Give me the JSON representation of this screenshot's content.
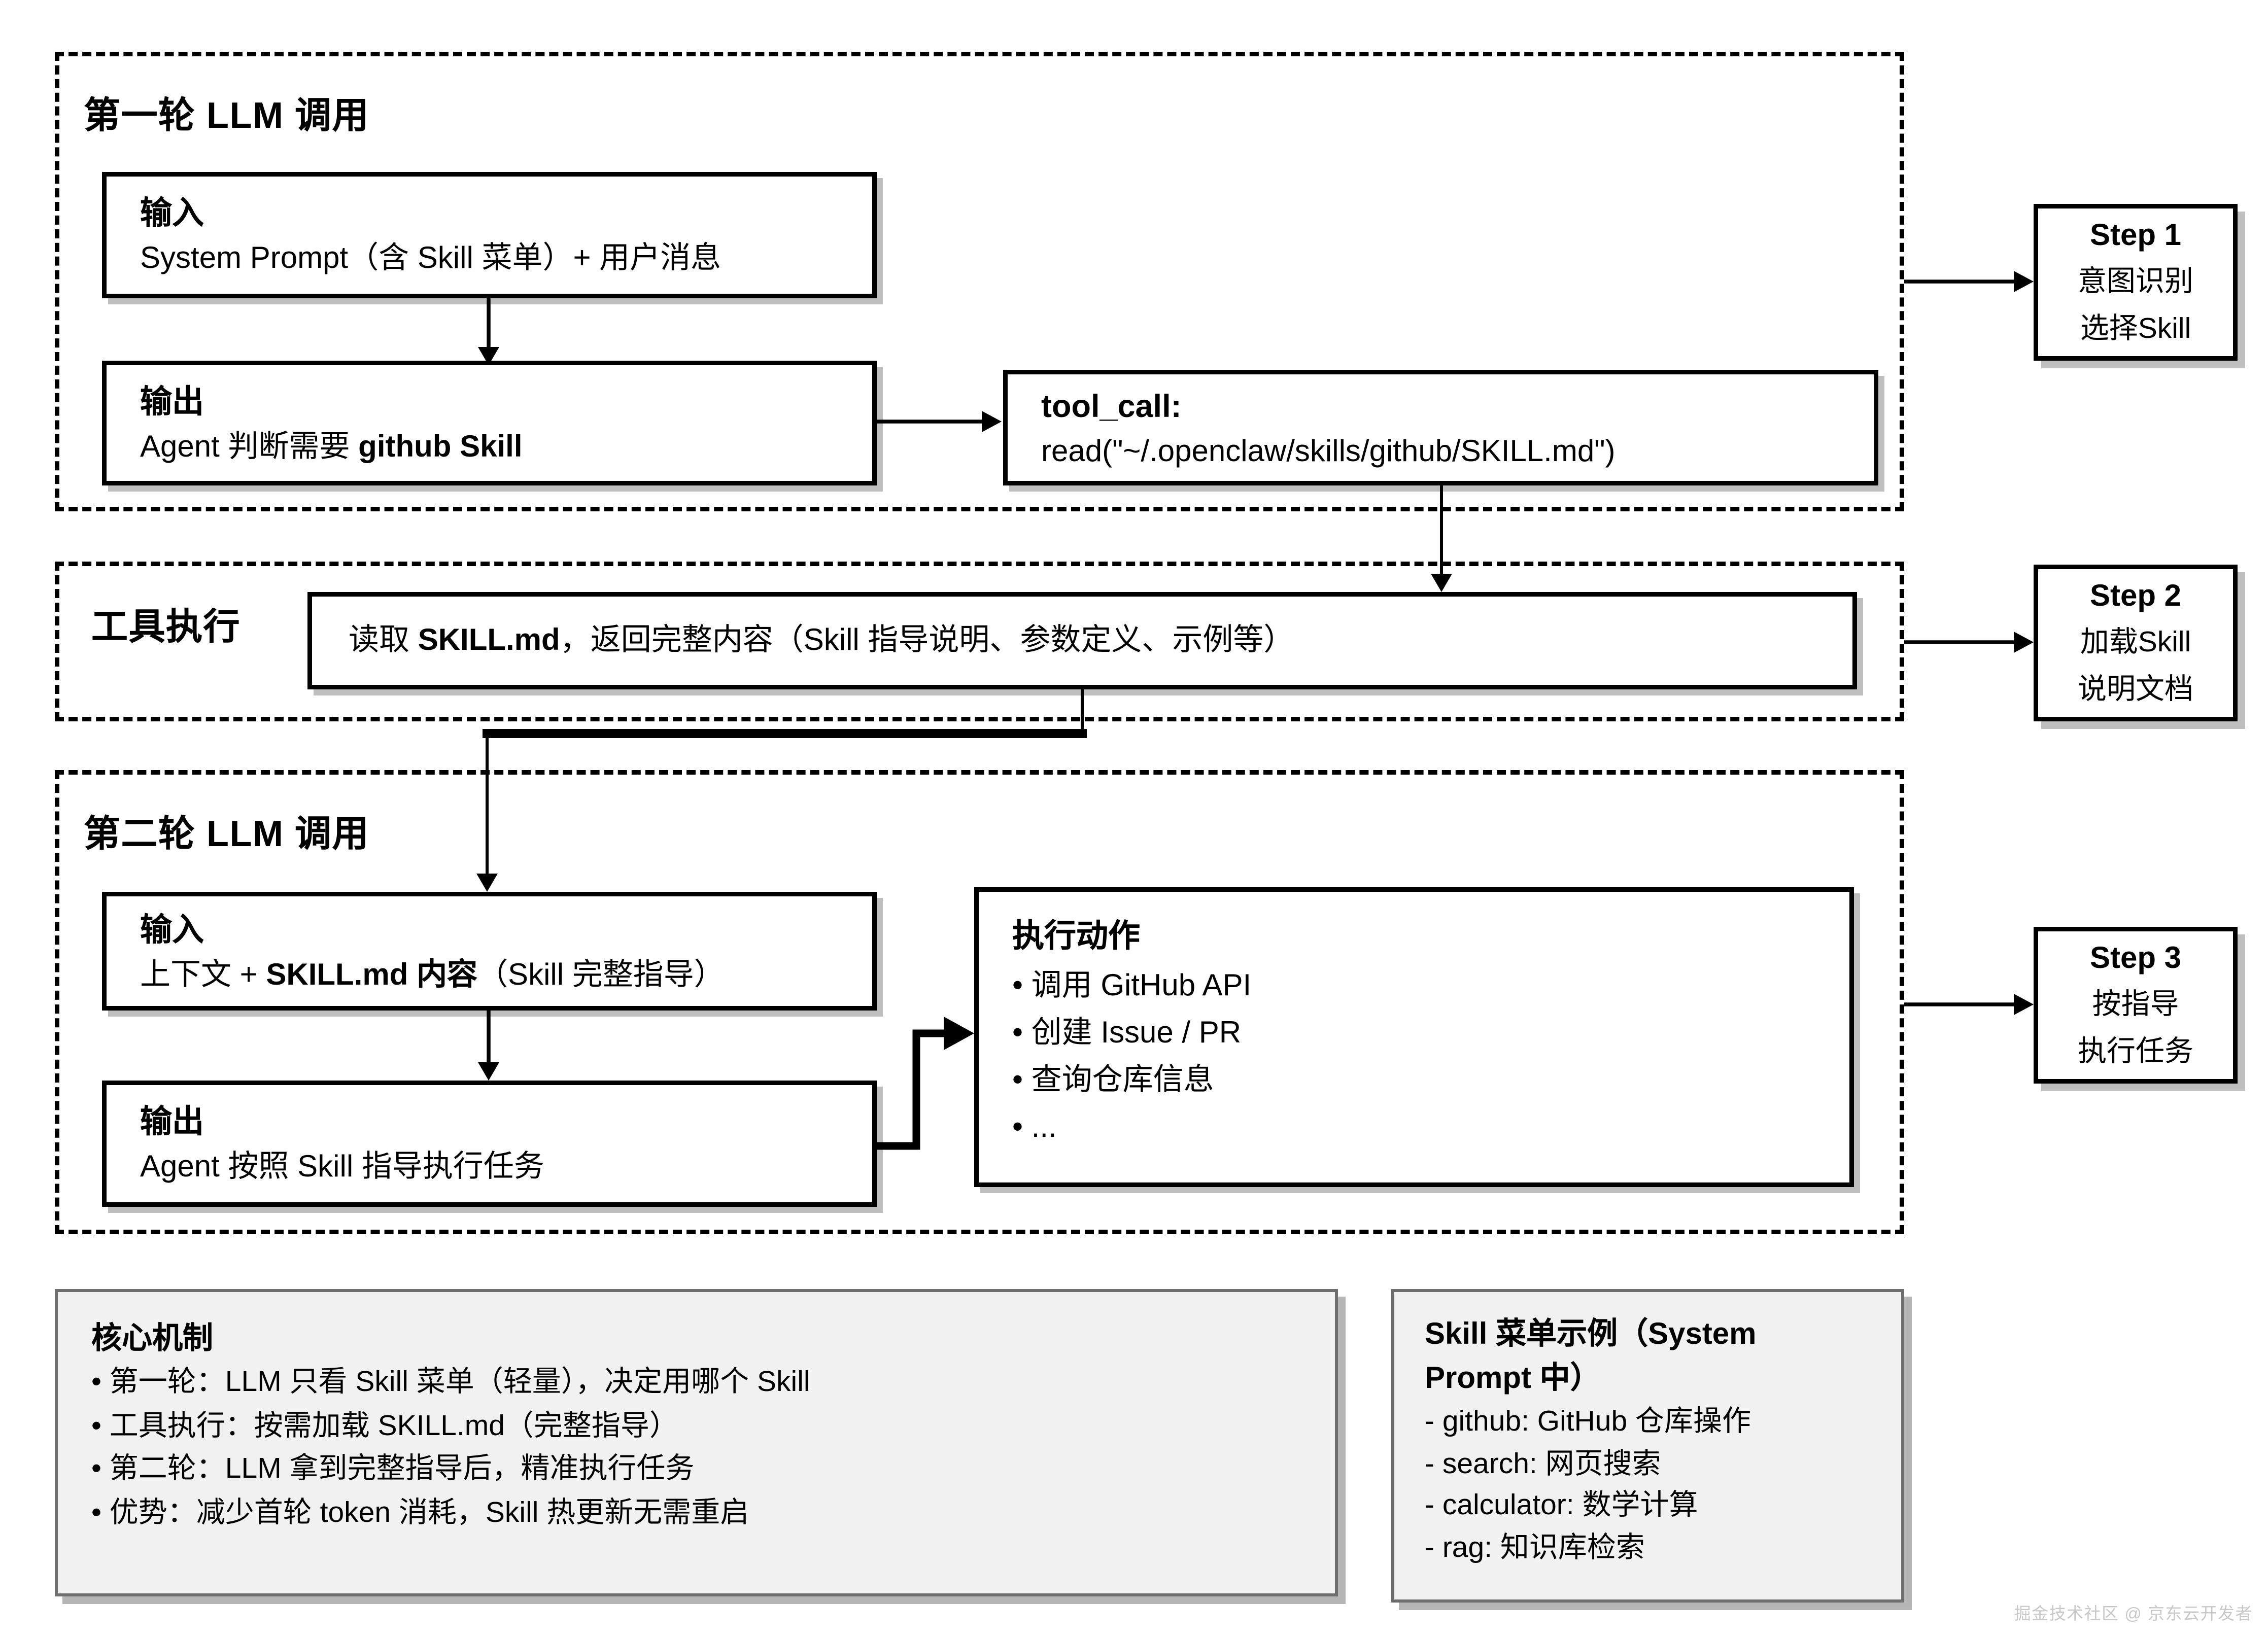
{
  "diagram": {
    "round1": {
      "title": "第一轮 LLM 调用",
      "input": {
        "label": "输入",
        "body": "System Prompt（含 Skill 菜单）+ 用户消息"
      },
      "output": {
        "label": "输出",
        "body_prefix": "Agent 判断需要 ",
        "body_bold": "github Skill"
      },
      "tool_call": {
        "label": "tool_call:",
        "body": "read(\"~/.openclaw/skills/github/SKILL.md\")"
      }
    },
    "tool_exec": {
      "title": "工具执行",
      "box_prefix": "读取 ",
      "box_bold": "SKILL.md",
      "box_suffix": "，返回完整内容（Skill 指导说明、参数定义、示例等）"
    },
    "round2": {
      "title": "第二轮 LLM 调用",
      "input": {
        "label": "输入",
        "body_prefix": "上下文 + ",
        "body_bold": "SKILL.md 内容",
        "body_suffix": "（Skill 完整指导）"
      },
      "output": {
        "label": "输出",
        "body": "Agent 按照 Skill 指导执行任务"
      },
      "actions": {
        "label": "执行动作",
        "items": [
          "• 调用 GitHub API",
          "• 创建 Issue / PR",
          "• 查询仓库信息",
          "• ..."
        ]
      }
    },
    "steps": [
      {
        "title": "Step 1",
        "line1": "意图识别",
        "line2": "选择Skill"
      },
      {
        "title": "Step 2",
        "line1": "加载Skill",
        "line2": "说明文档"
      },
      {
        "title": "Step 3",
        "line1": "按指导",
        "line2": "执行任务"
      }
    ],
    "mechanism": {
      "title": "核心机制",
      "bullets": [
        "• 第一轮：LLM 只看 Skill 菜单（轻量），决定用哪个 Skill",
        "• 工具执行：按需加载 SKILL.md（完整指导）",
        "• 第二轮：LLM 拿到完整指导后，精准执行任务",
        "• 优势：减少首轮 token 消耗，Skill 热更新无需重启"
      ]
    },
    "skill_menu": {
      "title": "Skill 菜单示例（System Prompt 中）",
      "items": [
        "- github: GitHub 仓库操作",
        "- search: 网页搜索",
        "- calculator: 数学计算",
        "- rag: 知识库检索"
      ]
    },
    "watermark": "掘金技术社区 @ 京东云开发者"
  },
  "colors": {
    "line": "#000000",
    "box_border": "#000000",
    "shadow": "#bfbfbf",
    "panel_bg": "#f1f1f1",
    "panel_border": "#6e6e6e",
    "watermark": "#c8c8c8"
  }
}
